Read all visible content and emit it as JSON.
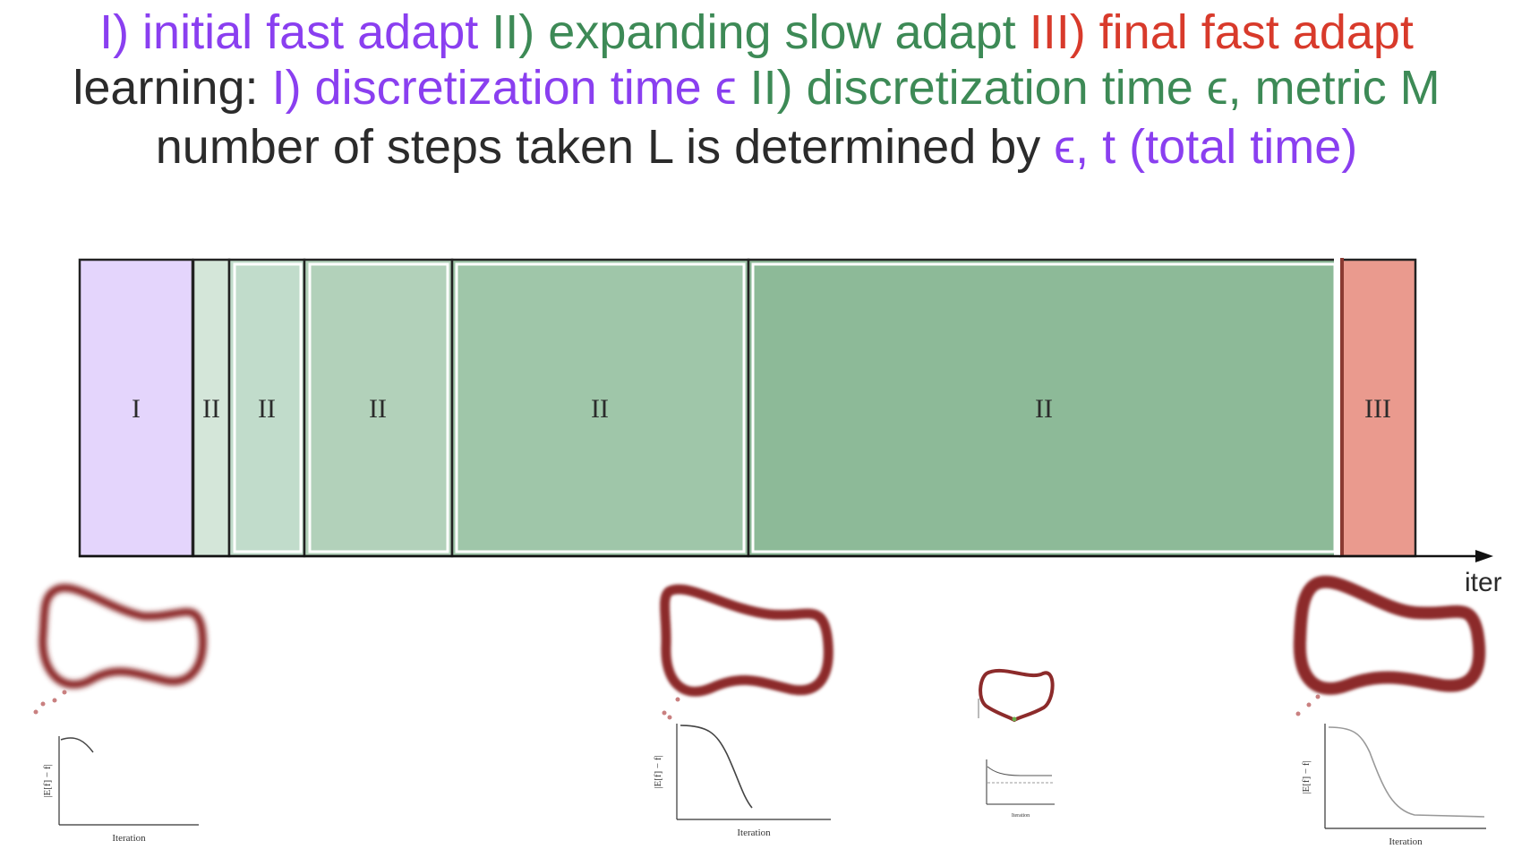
{
  "header": {
    "line1": [
      {
        "text": "I) initial fast adapt ",
        "color": "purple"
      },
      {
        "text": "II) expanding slow adapt ",
        "color": "green"
      },
      {
        "text": "III) final fast adapt",
        "color": "red"
      }
    ],
    "line2": [
      {
        "text": "learning: ",
        "color": "black"
      },
      {
        "text": "I) discretization time ϵ ",
        "color": "purple"
      },
      {
        "text": "II) discretization time ϵ, metric M",
        "color": "green"
      }
    ],
    "line3": [
      {
        "text": "number of steps taken L is determined by ",
        "color": "black"
      },
      {
        "text": "ϵ, t (total time)",
        "color": "purple"
      }
    ]
  },
  "colors": {
    "purple": "#8a3ff0",
    "green": "#3d8a56",
    "red": "#d83a2b",
    "black": "#2b2b2b",
    "phase_I_fill": "#e4d5fc",
    "phase_III_fill": "#ea9a8e"
  },
  "phases": [
    {
      "label": "I",
      "phase": "I"
    },
    {
      "label": "II",
      "phase": "II",
      "shade": "#d4e6d9"
    },
    {
      "label": "II",
      "phase": "II",
      "shade": "#c1dccb"
    },
    {
      "label": "II",
      "phase": "II",
      "shade": "#b2d1ba"
    },
    {
      "label": "II",
      "phase": "II",
      "shade": "#9fc6a9"
    },
    {
      "label": "II",
      "phase": "II",
      "shade": "#8dba98"
    },
    {
      "label": "III",
      "phase": "III"
    }
  ],
  "axis": {
    "label": "iter"
  },
  "snapshots": [
    {
      "id": "phase-I-snapshot",
      "ylabel": "|E[f] − f|",
      "xlabel": "Iteration"
    },
    {
      "id": "phase-II-snapshot",
      "ylabel": "|E[f] − f|",
      "xlabel": "Iteration"
    },
    {
      "id": "small-snapshot",
      "ylabel": "",
      "xlabel": "Iteration"
    },
    {
      "id": "phase-III-snapshot",
      "ylabel": "|E[f] − f|",
      "xlabel": "Iteration"
    }
  ]
}
